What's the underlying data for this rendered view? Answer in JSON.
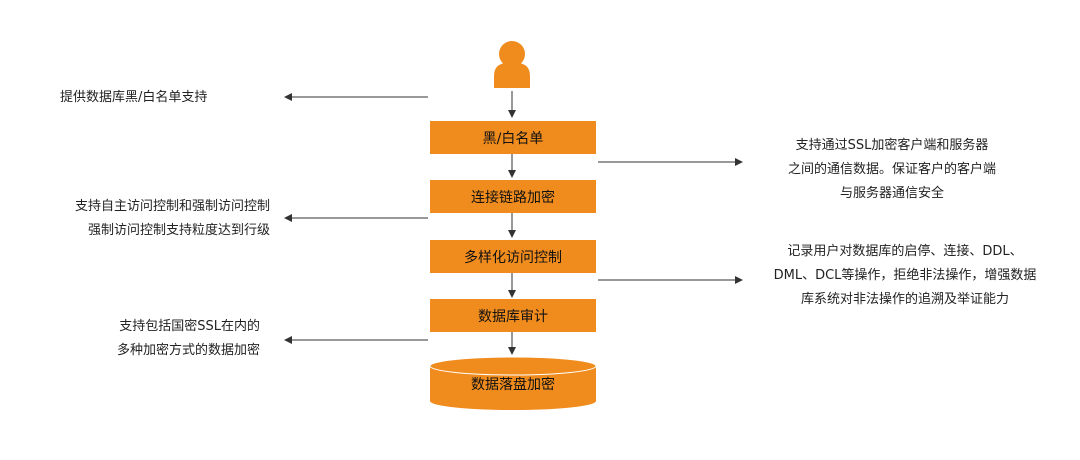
{
  "colors": {
    "accent": "#f08c1e",
    "line": "#333333"
  },
  "icons": {
    "user": "user-icon"
  },
  "flow": {
    "step1": "黑/白名单",
    "step2": "连接链路加密",
    "step3": "多样化访问控制",
    "step4": "数据库审计",
    "step5": "数据落盘加密"
  },
  "notes": {
    "whitelist": [
      "提供数据库黑/白名单支持"
    ],
    "ssl": [
      "支持通过SSL加密客户端和服务器",
      "之间的通信数据。保证客户的客户端",
      "与服务器通信安全"
    ],
    "access": [
      "支持自主访问控制和强制访问控制",
      "强制访问控制支持粒度达到行级"
    ],
    "audit": [
      "记录用户对数据库的启停、连接、DDL、",
      "DML、DCL等操作，拒绝非法操作，增强数据",
      "库系统对非法操作的追溯及举证能力"
    ],
    "encryption": [
      "支持包括国密SSL在内的",
      "多种加密方式的数据加密"
    ]
  }
}
